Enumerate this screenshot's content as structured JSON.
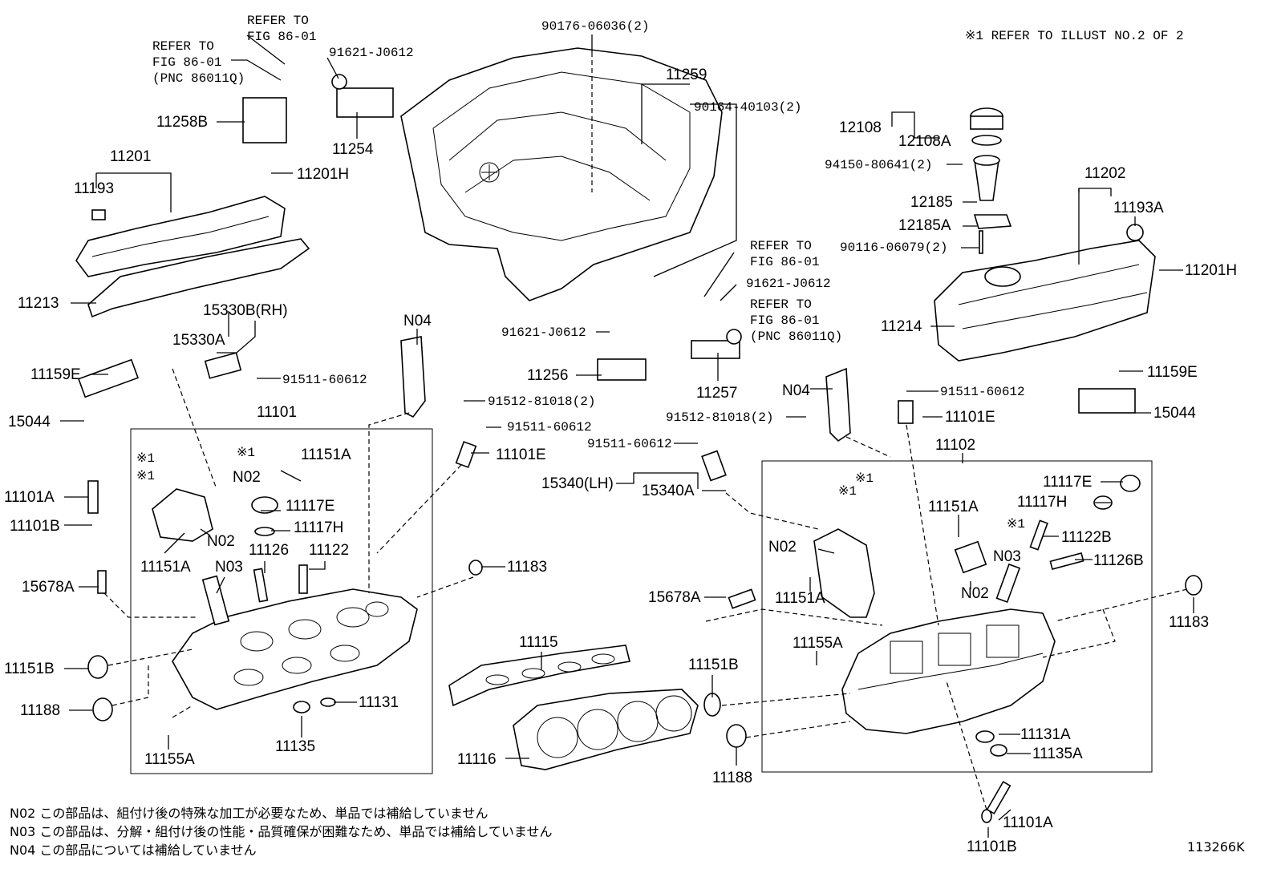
{
  "header_note": "※1 REFER TO ILLUST NO.2 OF 2",
  "figure_id": "113266K",
  "labels": {
    "refer1": [
      "REFER TO",
      "FIG 86-01"
    ],
    "refer2": [
      "REFER TO",
      "FIG 86-01",
      "(PNC 86011Q)"
    ],
    "refer3": [
      "REFER TO",
      "FIG 86-01"
    ],
    "refer4": [
      "REFER TO",
      "FIG 86-01",
      "(PNC 86011Q)"
    ],
    "p90176": "90176-06036(2)",
    "p91621a": "91621-J0612",
    "p11259": "11259",
    "p90164": "90164-40103(2)",
    "p11258b": "11258B",
    "p11254": "11254",
    "p11201": "11201",
    "p11201h_l": "11201H",
    "p11193": "11193",
    "p11213": "11213",
    "p15330b": "15330B(RH)",
    "p15330a": "15330A",
    "p91511a": "91511-60612",
    "p11159e_l": "11159E",
    "p15044_l": "15044",
    "p11101": "11101",
    "p11101a_l": "11101A",
    "p11101b_l": "11101B",
    "p15678a_l": "15678A",
    "p11151b_l": "11151B",
    "p11188_l": "11188",
    "p11155a_l": "11155A",
    "p11135_l": "11135",
    "p11131_l": "11131",
    "p11151a_l1": "11151A",
    "p11151a_l2": "11151A",
    "p11117e_l": "11117E",
    "p11117h_l": "11117H",
    "p11126": "11126",
    "p11122": "11122",
    "pN02_a": "N02",
    "pN02_b": "N02",
    "pN03_l": "N03",
    "pN04_l": "N04",
    "star1_a": "※1",
    "star1_b": "※1",
    "star1_c": "※1",
    "p91512a": "91512-81018(2)",
    "p11101e_l": "11101E",
    "p11183_m": "11183",
    "p11115": "11115",
    "p11116": "11116",
    "p91621b": "91621-J0612",
    "p11256": "11256",
    "p91621c": "91621-J0612",
    "p11257": "11257",
    "pN04_r": "N04",
    "p91511b": "91511-60612",
    "p91512b": "91512-81018(2)",
    "p91511c": "91511-60612",
    "p15340": "15340(LH)",
    "p15340a": "15340A",
    "p15678a_r": "15678A",
    "p11151b_r": "11151B",
    "p11188_r": "11188",
    "p11102": "11102",
    "p11101e_r": "11101E",
    "p12108": "12108",
    "p12108a": "12108A",
    "p94150": "94150-80641(2)",
    "p12185": "12185",
    "p12185a": "12185A",
    "p90116": "90116-06079(2)",
    "p11202": "11202",
    "p11193a": "11193A",
    "p11201h_r": "11201H",
    "p11214": "11214",
    "p11159e_r": "11159E",
    "p15044_r": "15044",
    "p11117e_r": "11117E",
    "p11117h_r": "11117H",
    "p11151a_r1": "11151A",
    "star1_d": "※1",
    "star1_e": "※1",
    "star1_f": "※1",
    "p11122b": "11122B",
    "pN03_r": "N03",
    "p11126b": "11126B",
    "pN02_r1": "N02",
    "pN02_r2": "N02",
    "p11151a_r2": "11151A",
    "p11155a_r": "11155A",
    "p11183_r": "11183",
    "p11131a": "11131A",
    "p11135a": "11135A",
    "p11101a_r": "11101A",
    "p11101b_r": "11101B"
  },
  "footnotes": [
    "N02 この部品は、組付け後の特殊な加工が必要なため、単品では補給していません",
    "N03 この部品は、分解・組付け後の性能・品質確保が困難なため、単品では補給していません",
    "N04 この部品については補給していません"
  ]
}
